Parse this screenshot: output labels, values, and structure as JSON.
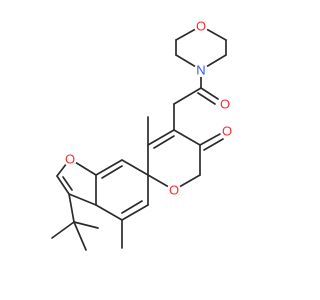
{
  "molecule": {
    "atoms": {
      "morpholine_oxygen": "O",
      "morpholine_nitrogen": "N",
      "amide_oxygen": "O",
      "lactone_carbonyl_oxygen": "O",
      "pyranone_ring_oxygen": "O",
      "furan_oxygen": "O"
    }
  },
  "colors": {
    "oxygen": "#ff2a2a",
    "nitrogen": "#3355ff",
    "bond": "#2b2b2b",
    "background": "#ffffff"
  }
}
